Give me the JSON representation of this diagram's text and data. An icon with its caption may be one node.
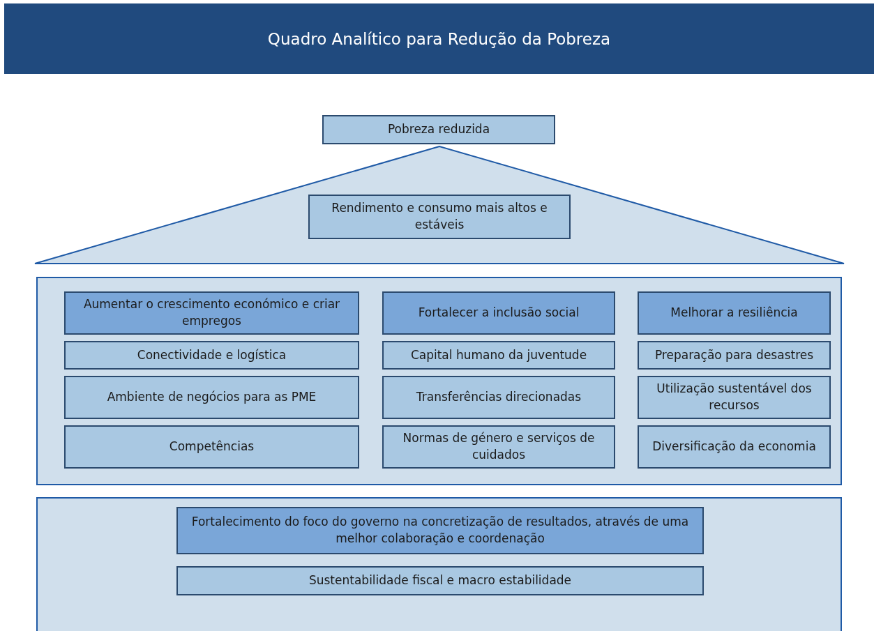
{
  "diagram": {
    "title": "Quadro Analítico para Redução da Pobreza",
    "nodes": [
      {
        "text": [
          "Pobreza reduzida"
        ]
      },
      {
        "text": [],
        "shape": "triangle"
      },
      {
        "text": [
          "Rendimento e consumo mais altos e estáveis"
        ],
        "in": 1
      },
      {
        "text": [],
        "shape": "box"
      },
      {
        "text": [
          "Aumentar o crescimento económico e criar empregos"
        ],
        "in": 3
      },
      {
        "text": [
          "Conectividade e logística"
        ],
        "in": 3
      },
      {
        "text": [
          "Ambiente de negócios para as PME"
        ],
        "in": 3
      },
      {
        "text": [
          "Competências"
        ],
        "in": 3
      },
      {
        "text": [
          "Fortalecer a inclusão social"
        ],
        "in": 3
      },
      {
        "text": [
          "Capital humano da juventude"
        ],
        "in": 3
      },
      {
        "text": [
          "Transferências direcionadas"
        ],
        "in": 3
      },
      {
        "text": [
          "Normas de género e serviços de cuidados"
        ],
        "in": 3
      },
      {
        "text": [
          "Melhorar a resiliência"
        ],
        "in": 3
      },
      {
        "text": [
          "Preparação para desastres"
        ],
        "in": 3
      },
      {
        "text": [
          "Utilização sustentável dos recursos"
        ],
        "in": 3
      },
      {
        "text": [
          "Diversificação da economia"
        ],
        "in": 3
      },
      {
        "text": [],
        "shape": "box"
      },
      {
        "text": [
          "Fortalecimento do foco do governo na concretização de resultados, através de uma melhor colaboração e coordenação"
        ],
        "in": 16
      },
      {
        "text": [
          "Sustentabilidade fiscal e macro estabilidade"
        ],
        "in": 16
      }
    ],
    "edges": []
  }
}
